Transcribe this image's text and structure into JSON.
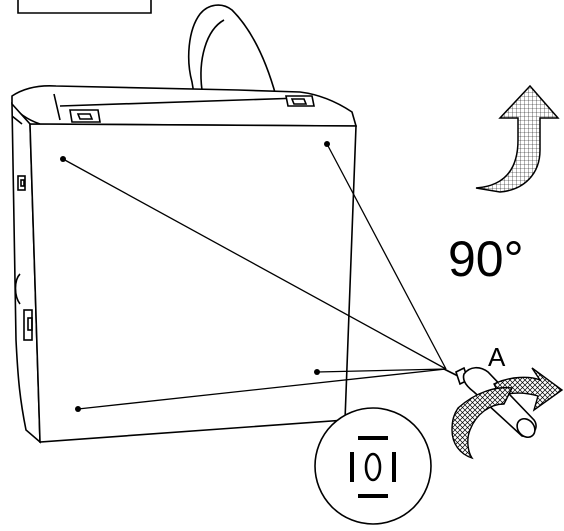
{
  "figure": {
    "rotation_label": "90°",
    "callout_label": "A",
    "detail_symbol": "|0|",
    "icons": [
      "rotate-up-arrow-icon",
      "rotate-handle-arrow-icon",
      "screw-icon",
      "screwdriver-icon"
    ],
    "colors": {
      "ink": "#000000",
      "paper": "#ffffff"
    }
  }
}
